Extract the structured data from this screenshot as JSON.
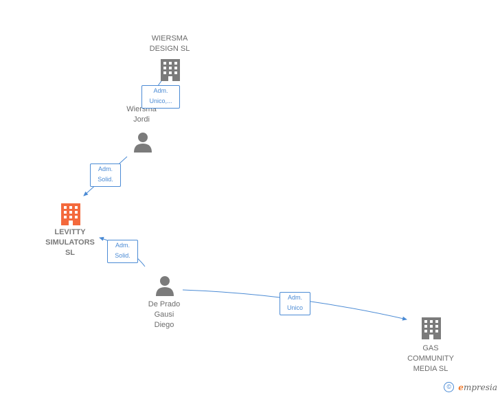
{
  "nodes": {
    "wiersma_design": {
      "label": "WIERSMA\nDESIGN  SL"
    },
    "wiersma_jordi": {
      "label": "Wiersma\nJordi"
    },
    "levitty": {
      "label": "LEVITTY\nSIMULATORS\nSL"
    },
    "de_prado": {
      "label": "De Prado\nGausi\nDiego"
    },
    "gas_community": {
      "label": "GAS\nCOMMUNITY\nMEDIA  SL"
    }
  },
  "edges": {
    "jordi_to_design": {
      "label": "Adm.\nUnico,..."
    },
    "jordi_to_levitty": {
      "label": "Adm.\nSolid."
    },
    "prado_to_levitty": {
      "label": "Adm.\nSolid."
    },
    "prado_to_gas": {
      "label": "Adm.\nUnico"
    }
  },
  "footer": {
    "copyright_symbol": "©",
    "brand_initial": "e",
    "brand_rest": "mpresia"
  },
  "colors": {
    "edge": "#4a8ad4",
    "icon_gray": "#7b7b7b",
    "focus_orange": "#f4693c",
    "label_gray": "#6b6b6b"
  },
  "icons": {
    "company": "building-icon",
    "person": "person-icon"
  }
}
